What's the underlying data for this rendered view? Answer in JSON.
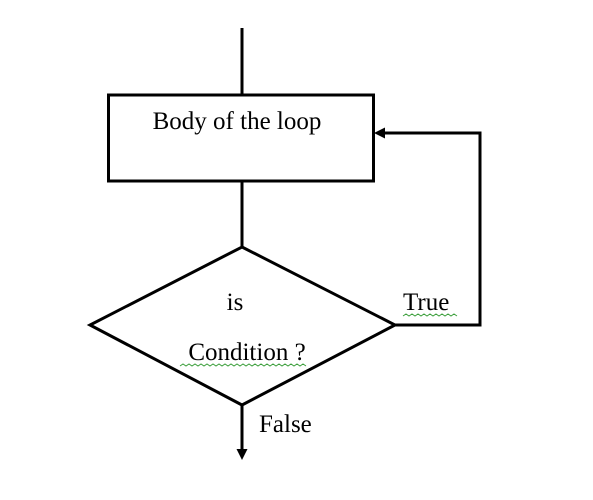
{
  "flowchart": {
    "process_box": {
      "label": "Body of the loop"
    },
    "decision": {
      "line1": "is",
      "line2": "Condition ?"
    },
    "true_branch": {
      "label": "True"
    },
    "false_branch": {
      "label": "False"
    }
  },
  "colors": {
    "stroke": "#000000",
    "background": "#ffffff",
    "spellcheck_underline": "#3a9e3a"
  }
}
